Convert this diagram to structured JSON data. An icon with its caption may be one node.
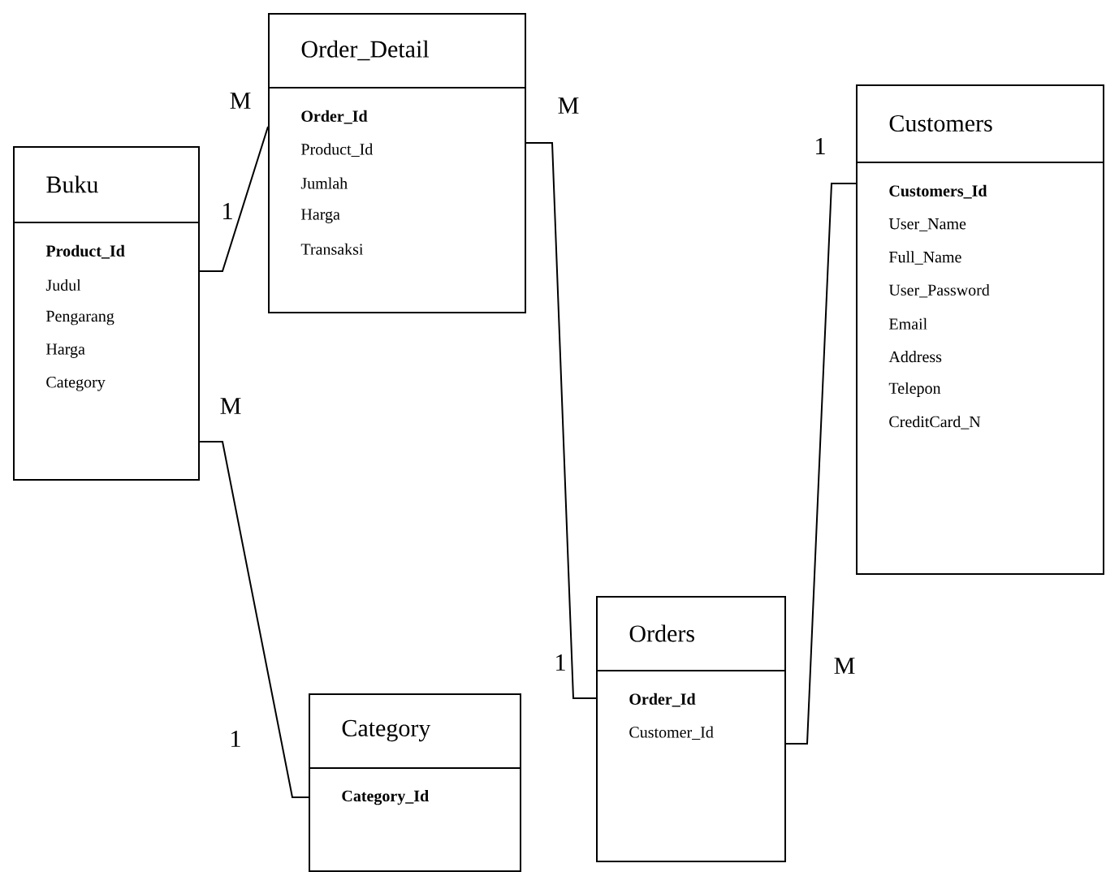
{
  "diagram": {
    "nodes": [
      {
        "text": [
          "Buku",
          "Product_Id",
          "Judul",
          "Pengarang",
          "Harga",
          "Category"
        ]
      },
      {
        "text": [
          "Order_Detail",
          "Order_Id",
          "Product_Id",
          "Jumlah",
          "Harga",
          "Transaksi"
        ]
      },
      {
        "text": [
          "Customers",
          "Customers_Id",
          "User_Name",
          "Full_Name",
          "User_Password",
          "Email",
          "Address",
          "Telepon",
          "CreditCard_N"
        ]
      },
      {
        "text": [
          "Orders",
          "Order_Id",
          "Customer_Id"
        ]
      },
      {
        "text": [
          "Category",
          "Category_Id"
        ]
      }
    ],
    "edges": [
      {
        "from": 0,
        "to": 1,
        "arrow": "none"
      },
      {
        "from": 1,
        "to": 3,
        "arrow": "none"
      },
      {
        "from": 2,
        "to": 3,
        "arrow": "none"
      },
      {
        "from": 0,
        "to": 4,
        "arrow": "none"
      }
    ],
    "labels": [
      "M",
      "M",
      "1",
      "1",
      "M",
      "1",
      "M",
      "1"
    ]
  }
}
